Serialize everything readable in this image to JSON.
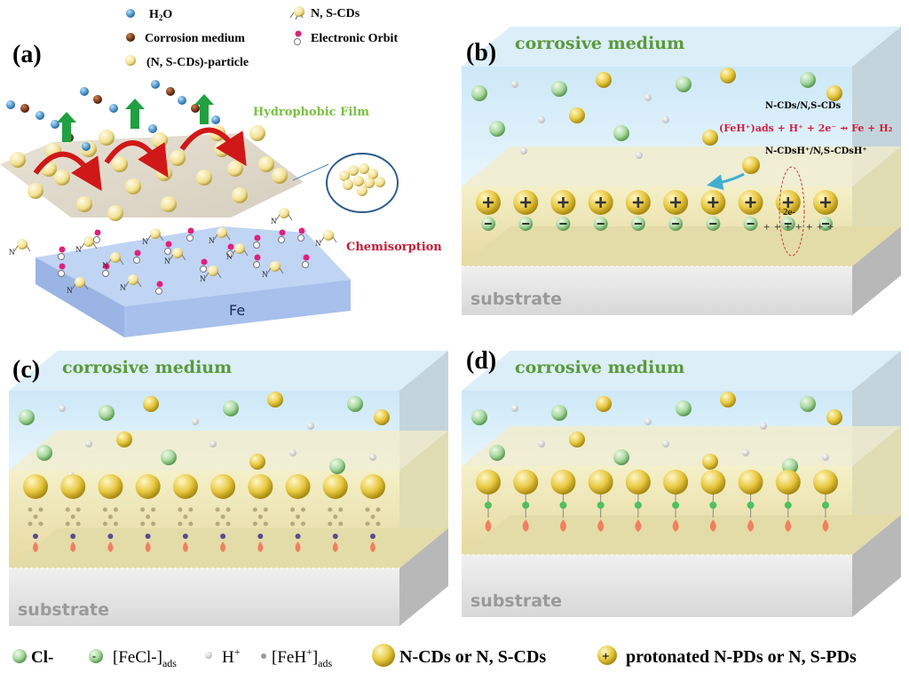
{
  "panel_labels": {
    "a": "(a)",
    "b": "(b)",
    "c": "(c)",
    "d": "(d)"
  },
  "legend_top": {
    "h2o": "H",
    "h2o_sub": "2",
    "h2o_tail": "O",
    "corrosion_medium": "Corrosion medium",
    "particle": "(N, S-CDs)-particle",
    "ns_cds": "N, S-CDs",
    "electronic_orbit": "Electronic Orbit"
  },
  "panel_a": {
    "hydrophobic_film": "Hydrophobic Film",
    "chemisorption": "Chemisorption",
    "fe": "Fe"
  },
  "panel_b": {
    "medium": "corrosive medium",
    "substrate": "substrate",
    "reactant": "N-CDs/N,S-CDs",
    "equation": "(FeH⁺)ads + H⁺ + 2e⁻ ⇸ Fe + H₂",
    "product": "N-CDsH⁺/N,S-CDsH⁺",
    "electrons": "2e-"
  },
  "panel_c": {
    "medium": "corrosive medium",
    "substrate": "substrate"
  },
  "panel_d": {
    "medium": "corrosive medium",
    "substrate": "substrate"
  },
  "legend_bottom": {
    "cl": "Cl-",
    "fecl": "[FeCl-]",
    "fecl_sub": "ads",
    "h": "H",
    "h_sup": "+",
    "feh": "[FeH",
    "feh_sup": "+",
    "feh_close": "]",
    "feh_sub": "ads",
    "cds": "N-CDs or N, S-CDs",
    "protonated": "protonated N-PDs or N, S-PDs"
  },
  "colors": {
    "water": "#3b8fd0",
    "corrosion": "#7a3a14",
    "particle": "#f2e090",
    "cl": "#a8d8a0",
    "cds": "#e8c840",
    "orbit": "#e0207a",
    "medium_text": "#5a9a3a",
    "chemisorption": "#c0203a",
    "film_text": "#7ac040"
  }
}
